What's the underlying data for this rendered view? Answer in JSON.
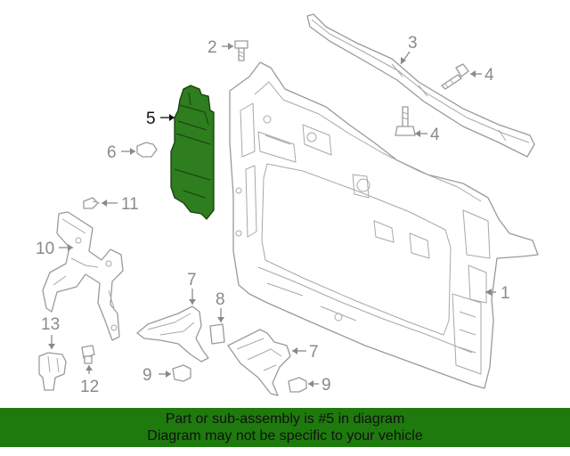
{
  "diagram": {
    "highlight_color": "#2e7d1e",
    "callouts": {
      "c1": "1",
      "c2": "2",
      "c3": "3",
      "c4a": "4",
      "c4b": "4",
      "c5": "5",
      "c6": "6",
      "c7a": "7",
      "c7b": "7",
      "c8": "8",
      "c9a": "9",
      "c9b": "9",
      "c10": "10",
      "c11": "11",
      "c12": "12",
      "c13": "13"
    }
  },
  "banner": {
    "background": "#1f7a0e",
    "line1": "Part or sub-assembly is #5 in diagram",
    "line2": "Diagram may not be specific to your vehicle"
  }
}
